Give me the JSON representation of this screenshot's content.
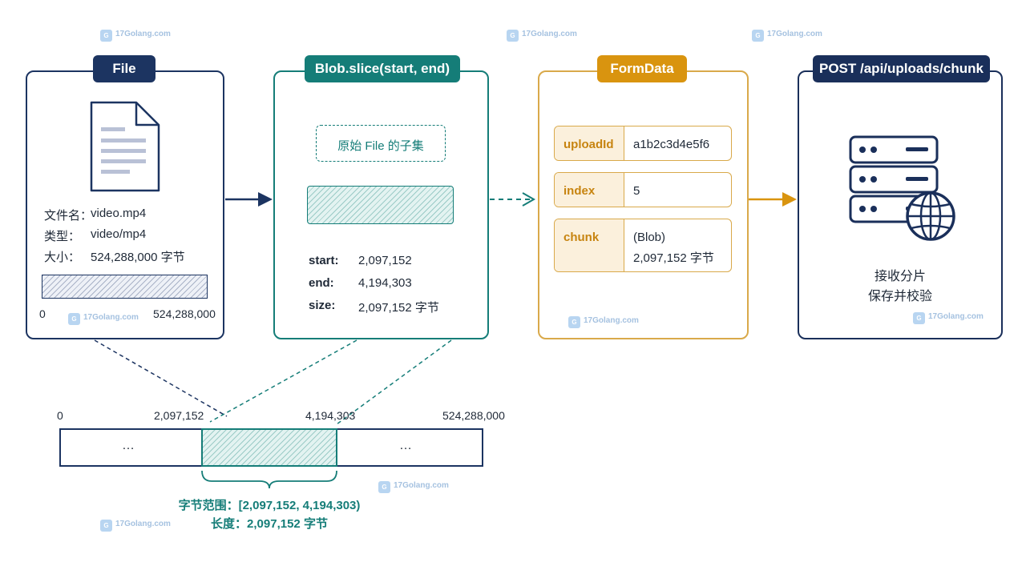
{
  "file_panel": {
    "title": "File",
    "name_label": "文件名：",
    "name_value": "video.mp4",
    "type_label": "类型：",
    "type_value": "video/mp4",
    "size_label": "大小：",
    "size_value": "524,288,000 字节",
    "bar_start": "0",
    "bar_end": "524,288,000"
  },
  "slice_panel": {
    "title": "Blob.slice(start, end)",
    "subset_label": "原始 File 的子集",
    "start_label": "start:",
    "start_value": "2,097,152",
    "end_label": "end:",
    "end_value": "4,194,303",
    "size_label": "size:",
    "size_value": "2,097,152 字节"
  },
  "formdata_panel": {
    "title": "FormData",
    "fields": [
      {
        "key": "uploadId",
        "value": "a1b2c3d4e5f6"
      },
      {
        "key": "index",
        "value": "5"
      },
      {
        "key": "chunk",
        "value": "(Blob)",
        "value2": "2,097,152 字节"
      }
    ]
  },
  "post_panel": {
    "title": "POST /api/uploads/chunk",
    "caption_line1": "接收分片",
    "caption_line2": "保存并校验"
  },
  "byte_range": {
    "tick_0": "0",
    "tick_1": "2,097,152",
    "tick_2": "4,194,303",
    "tick_3": "524,288,000",
    "ellipsis_left": "…",
    "ellipsis_right": "…",
    "range_label": "字节范围：[2,097,152, 4,194,303)",
    "length_label": "长度：2,097,152 字节"
  },
  "watermark": {
    "text": "17Golang.com",
    "icon": "go-logo-icon"
  },
  "colors": {
    "navy": "#1c3461",
    "teal": "#157d78",
    "gold": "#d9940f",
    "dark_blue": "#1a2f5a"
  }
}
